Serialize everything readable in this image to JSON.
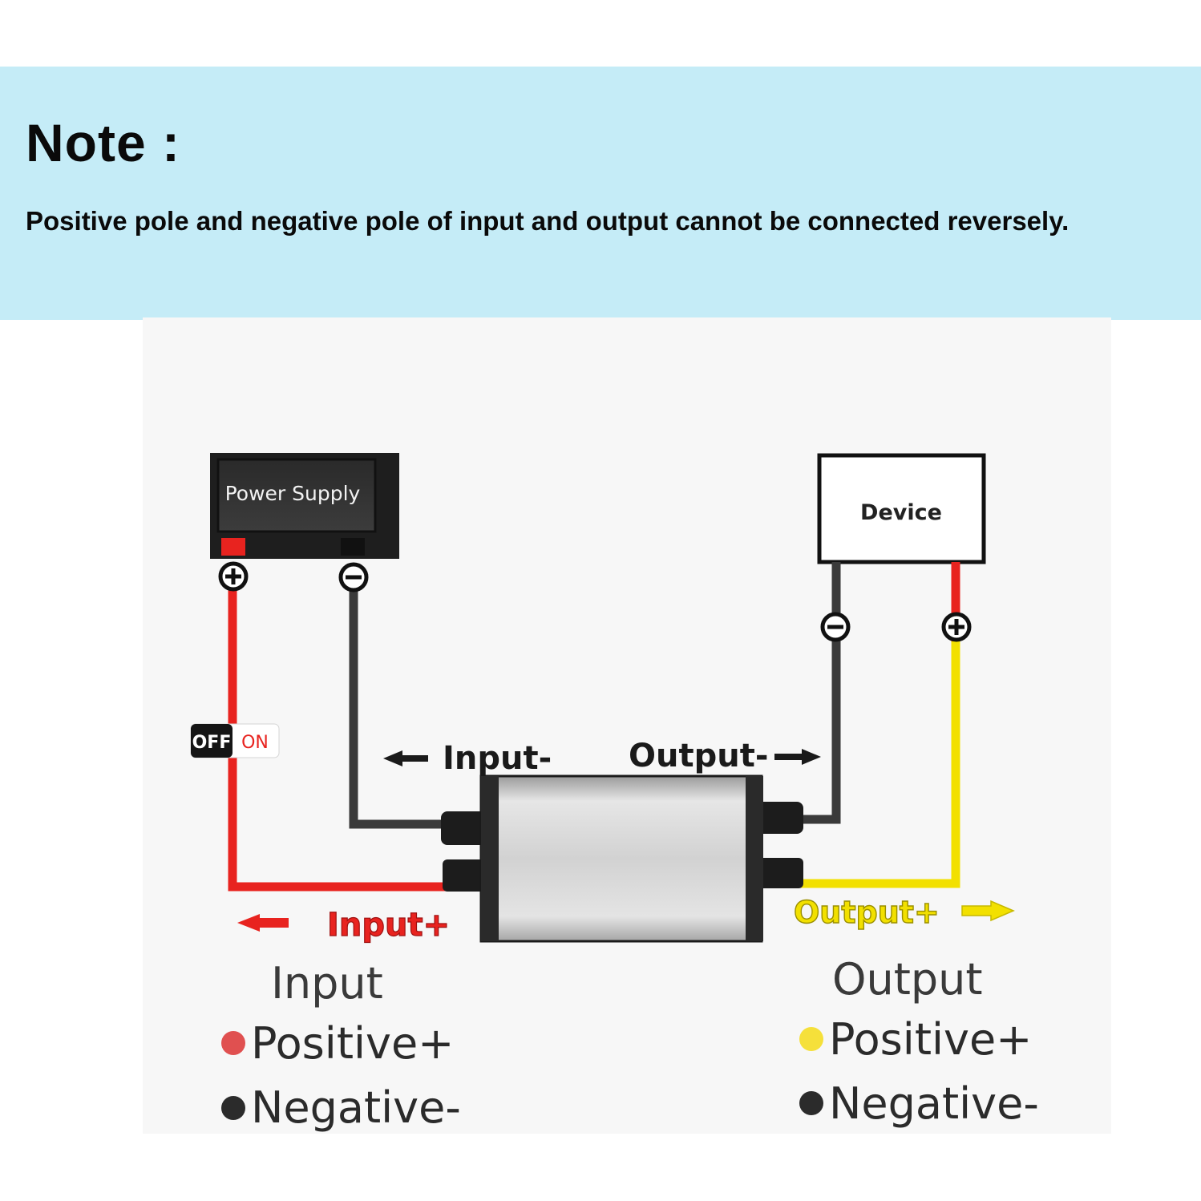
{
  "note": {
    "title": "Note :",
    "text": "Positive pole and negative pole of input and output cannot be connected reversely."
  },
  "diagram": {
    "power_supply_label": "Power Supply",
    "device_label": "Device",
    "switch": {
      "off": "OFF",
      "on": "ON"
    },
    "wire_labels": {
      "input_negative": "Input-",
      "output_negative": "Output-",
      "input_positive": "Input+",
      "output_positive": "Output+"
    },
    "legend": {
      "input": {
        "heading": "Input",
        "positive": "Positive+",
        "negative": "Negative-"
      },
      "output": {
        "heading": "Output",
        "positive": "Positive+",
        "negative": "Negative-"
      }
    },
    "colors": {
      "positive_input": "#e8231f",
      "positive_output": "#f2e000",
      "negative": "#3a3a3a",
      "legend_red": "#e05050",
      "legend_yellow": "#f5e03a",
      "legend_black": "#2b2b2b",
      "note_band": "#c5ecf7"
    }
  }
}
